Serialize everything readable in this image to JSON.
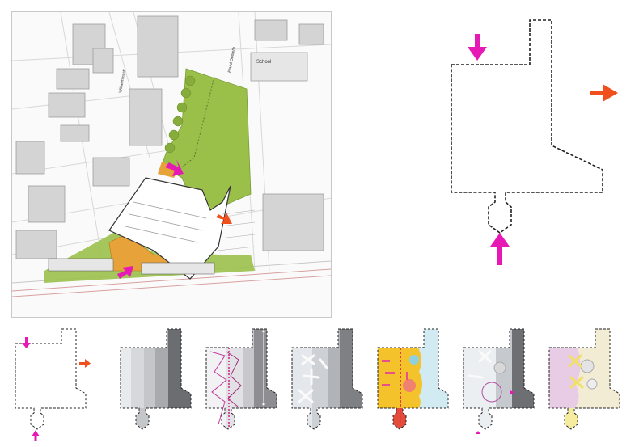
{
  "site_plan": {
    "labels": {
      "street_1": "Wilhelminastr.",
      "street_2": "Eland Oosterh.",
      "school": "School"
    }
  },
  "colors": {
    "green_space": "#9ac04a",
    "courtyard_orange": "#e8a23a",
    "entry_arrow": "#e619b4",
    "exit_arrow": "#f0501e",
    "building_white": "#ffffff",
    "background_building": "#d4d4d4"
  },
  "icons": {
    "entry": "arrow-down-icon",
    "exit": "arrow-right-icon"
  }
}
